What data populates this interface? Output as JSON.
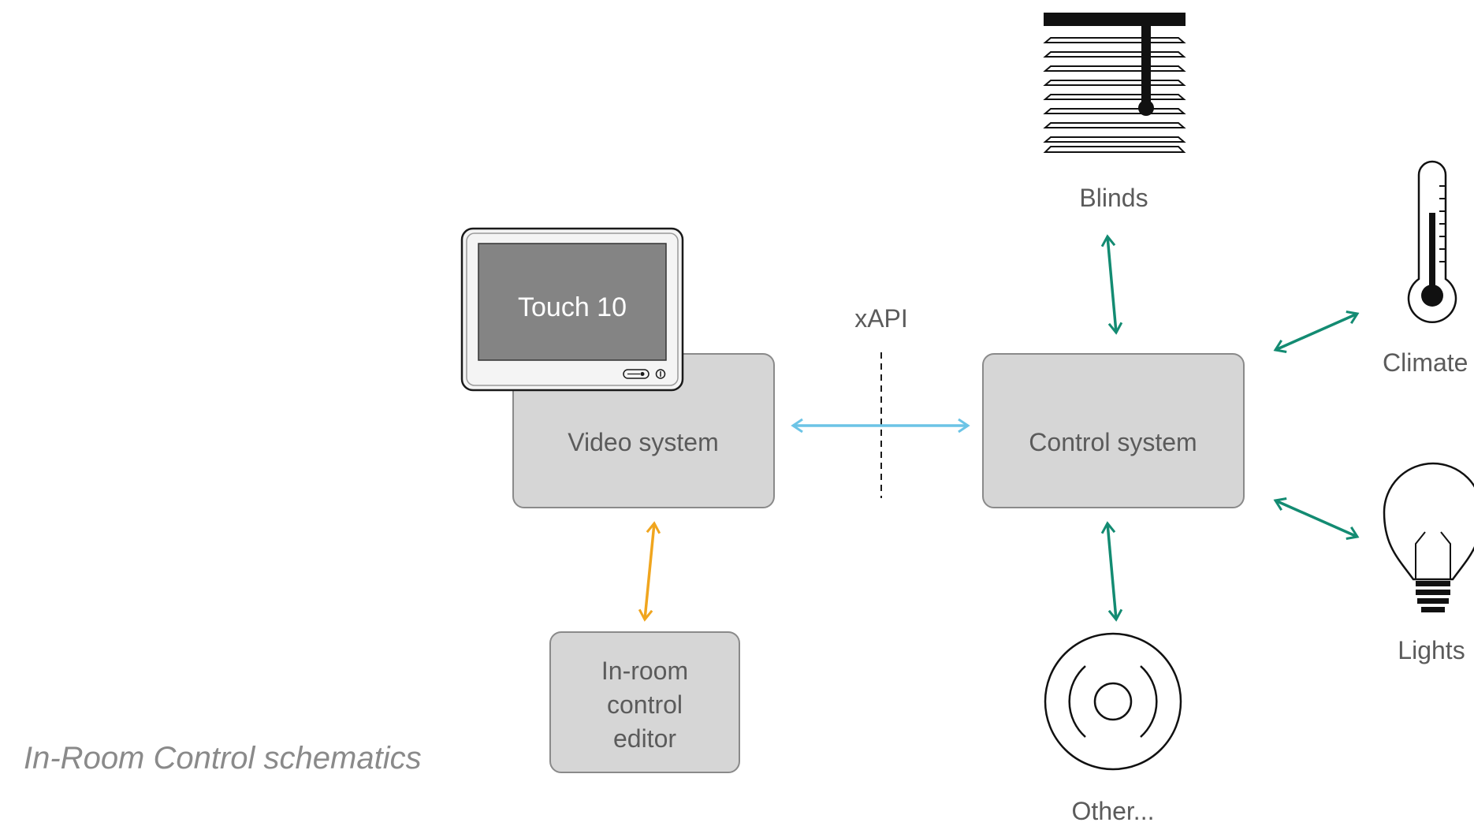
{
  "caption": "In-Room Control schematics",
  "nodes": {
    "touch": "Touch 10",
    "video_system": "Video system",
    "control_system": "Control system",
    "editor": [
      "In-room",
      "control",
      "editor"
    ],
    "blinds": "Blinds",
    "climate": "Climate",
    "lights": "Lights",
    "other": "Other..."
  },
  "connector_label": "xAPI",
  "colors": {
    "xapi_arrow": "#6cc4e6",
    "editor_arrow": "#f0a51e",
    "device_arrows": "#138b72",
    "box_fill": "#d6d6d6",
    "screen_fill": "#848484"
  },
  "icons": [
    "blinds-icon",
    "thermometer-icon",
    "lightbulb-icon",
    "speaker-icon"
  ]
}
